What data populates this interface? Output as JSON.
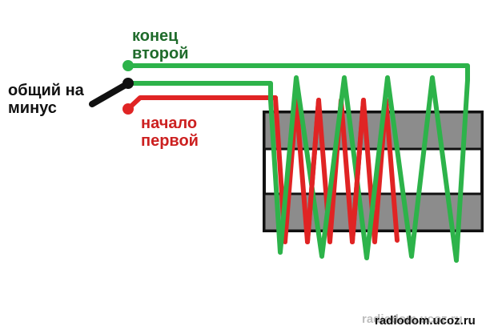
{
  "labels": {
    "end_second_line1": "конец",
    "end_second_line2": "вторoй",
    "common_line1": "общий на",
    "common_line2": "минус",
    "start_first_line1": "начало",
    "start_first_line2": "первой"
  },
  "watermark": {
    "shadow": "radiodom.ucoz.ru",
    "text": "radiodom.ucoz.ru"
  },
  "colors": {
    "green_wire": "#2db34a",
    "red_wire": "#e02424",
    "common_wire": "#111111",
    "core_gray": "#8c8c8c",
    "core_outline": "#111111",
    "label_text": "#1f6b2b",
    "label_text_red": "#cc2020"
  }
}
